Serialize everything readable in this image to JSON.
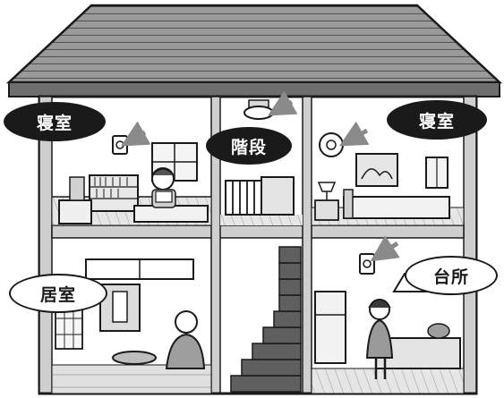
{
  "labels": {
    "bedroom_left": "寝室",
    "stairs": "階段",
    "bedroom_right": "寝室",
    "living_room": "居室",
    "kitchen": "台所"
  },
  "colors": {
    "outline": "#1a1a1a",
    "roof": "#8c8c8c",
    "wall": "#ffffff",
    "floor": "#d9d9d9",
    "arrow": "#8a8a8a"
  }
}
